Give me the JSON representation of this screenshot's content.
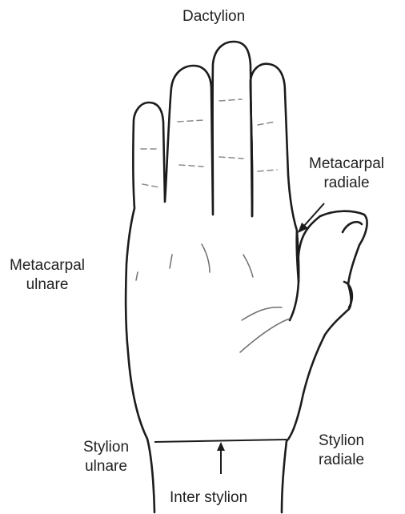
{
  "labels": {
    "dactylion": "Dactylion",
    "metacarpal_radiale_line1": "Metacarpal",
    "metacarpal_radiale_line2": "radiale",
    "metacarpal_ulnare_line1": "Metacarpal",
    "metacarpal_ulnare_line2": "ulnare",
    "stylion_ulnare_line1": "Stylion",
    "stylion_ulnare_line2": "ulnare",
    "stylion_radiale_line1": "Stylion",
    "stylion_radiale_line2": "radiale",
    "inter_stylion": "Inter stylion"
  },
  "colors": {
    "outline": "#1c1c1c",
    "text": "#222222",
    "background": "#ffffff"
  }
}
